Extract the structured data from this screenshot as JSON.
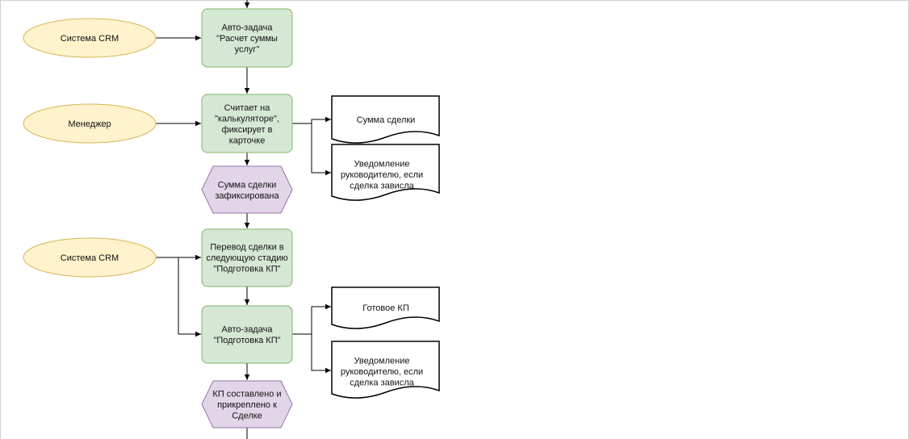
{
  "colors": {
    "actor_fill": "#fff2cc",
    "actor_stroke": "#d6b656",
    "process_fill": "#d5e8d4",
    "process_stroke": "#82b366",
    "event_fill": "#e1d5e7",
    "event_stroke": "#9673a6",
    "document_fill": "#ffffff",
    "document_stroke": "#000000",
    "connector": "#000000"
  },
  "actors": [
    {
      "lines": [
        "Система CRM"
      ]
    },
    {
      "lines": [
        "Менеджер"
      ]
    },
    {
      "lines": [
        "Система CRM"
      ]
    }
  ],
  "processes": [
    {
      "lines": [
        "Авто-задача",
        "\"Расчет суммы",
        "услуг\""
      ]
    },
    {
      "lines": [
        "Считает на",
        "\"калькуляторе\",",
        "фиксирует в",
        "карточке"
      ]
    },
    {
      "lines": [
        "Перевод сделки в",
        "следующую стадию",
        "\"Подготовка КП\""
      ]
    },
    {
      "lines": [
        "Авто-задача",
        "\"Подготовка КП\""
      ]
    }
  ],
  "events": [
    {
      "lines": [
        "Сумма сделки",
        "зафиксирована"
      ]
    },
    {
      "lines": [
        "КП составлено и",
        "прикреплено к",
        "Сделке"
      ]
    }
  ],
  "documents": [
    {
      "lines": [
        "Сумма сделки"
      ]
    },
    {
      "lines": [
        "Уведомление",
        "руководителю,  если",
        "сделка зависла"
      ]
    },
    {
      "lines": [
        "Готовое КП"
      ]
    },
    {
      "lines": [
        "Уведомление",
        "руководителю,  если",
        "сделка зависла"
      ]
    }
  ]
}
